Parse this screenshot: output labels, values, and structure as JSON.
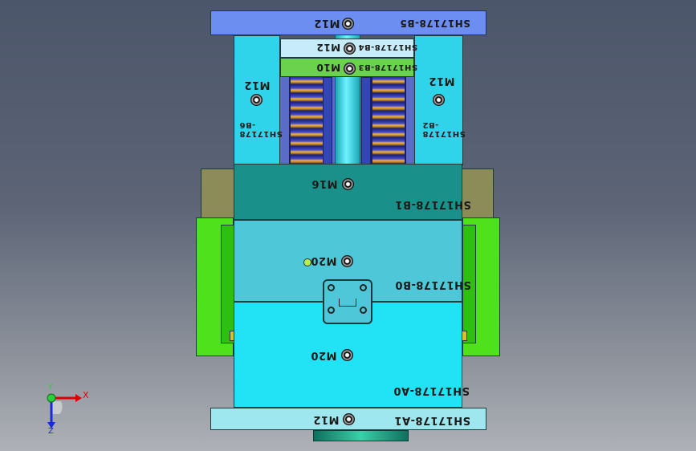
{
  "viewport": {
    "background_top": "#4c566a",
    "background_bottom": "#aeb1b7"
  },
  "parts": {
    "b5": {
      "name": "SH17178-B5",
      "thread": "M12",
      "color": "#6b8ef0"
    },
    "b4": {
      "name": "SH17178-B4",
      "thread": "M12",
      "color": "#bfe9f7"
    },
    "b3": {
      "name": "SH17178-B3",
      "thread": "M10",
      "color": "#6bd24e"
    },
    "b6": {
      "name": "SH17178\n-B6",
      "thread": "M12",
      "color": "#2fd4ea"
    },
    "b2": {
      "name": "SH17178\n-B2",
      "thread": "M12",
      "color": "#2fd4ea"
    },
    "b1": {
      "name": "SH17178-B1",
      "thread": "M16",
      "color": "#19918a"
    },
    "b0": {
      "name": "SH17178-B0",
      "thread": "M20",
      "color": "#4ec7d8"
    },
    "a0": {
      "name": "SH17178-A0",
      "thread": "M20",
      "color": "#22e3f5"
    },
    "a1": {
      "name": "SH17178-A1",
      "thread": "M12",
      "color": "#9fe7ee"
    },
    "side_left": {
      "color": "#52e61e"
    },
    "side_right": {
      "color": "#52e61e"
    },
    "guide_block": {
      "color": "#8c8c5a"
    }
  },
  "triad": {
    "x_label": "X",
    "y_label": "Y",
    "z_label": "Z"
  }
}
